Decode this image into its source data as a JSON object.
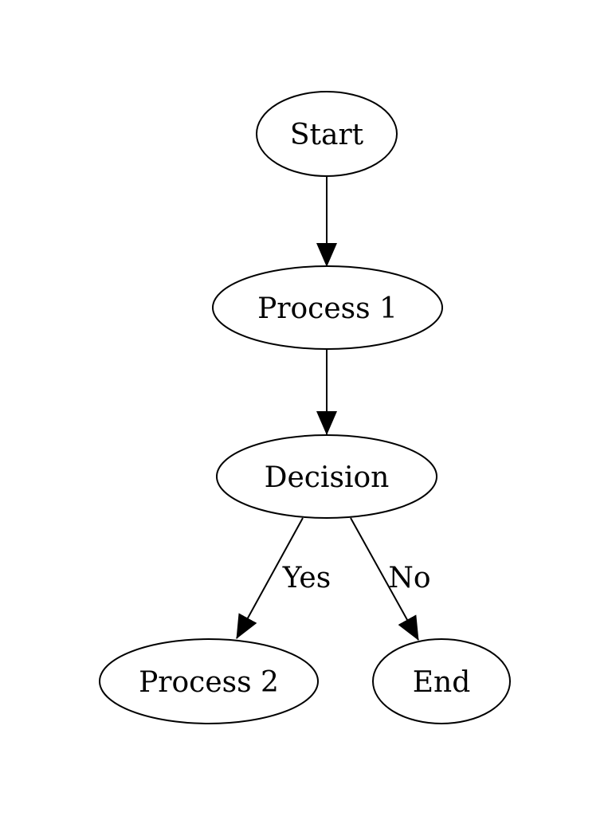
{
  "background_color": "#ffffff",
  "diagram": {
    "type": "flowchart",
    "node_shape": "ellipse",
    "colors": {
      "node_fill": "#ffffff",
      "node_stroke": "#000000",
      "edge_stroke": "#000000",
      "text": "#000000"
    },
    "nodes": [
      {
        "id": "start",
        "label": "Start"
      },
      {
        "id": "process1",
        "label": "Process 1"
      },
      {
        "id": "decision",
        "label": "Decision"
      },
      {
        "id": "process2",
        "label": "Process 2"
      },
      {
        "id": "end",
        "label": "End"
      }
    ],
    "edges": [
      {
        "from": "start",
        "to": "process1",
        "label": ""
      },
      {
        "from": "process1",
        "to": "decision",
        "label": ""
      },
      {
        "from": "decision",
        "to": "process2",
        "label": "Yes"
      },
      {
        "from": "decision",
        "to": "end",
        "label": "No"
      }
    ]
  }
}
